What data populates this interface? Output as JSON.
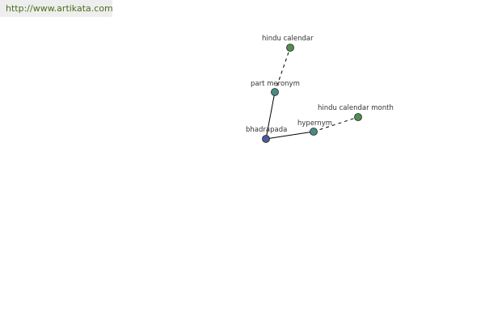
{
  "banner": {
    "url": "http://www.artikata.com"
  },
  "graph": {
    "nodes": [
      {
        "id": "bhadrapada",
        "label": "bhadrapada",
        "color": "#4a5a9a"
      },
      {
        "id": "part-meronym",
        "label": "part meronym",
        "color": "#4a8a86"
      },
      {
        "id": "hindu-calendar",
        "label": "hindu calendar",
        "color": "#4f8f4f"
      },
      {
        "id": "hypernym",
        "label": "hypernym",
        "color": "#4a8a86"
      },
      {
        "id": "hindu-calendar-month",
        "label": "hindu calendar month",
        "color": "#4f8f4f"
      }
    ],
    "edges": [
      {
        "from": "bhadrapada",
        "to": "part-meronym",
        "style": "solid"
      },
      {
        "from": "part-meronym",
        "to": "hindu-calendar",
        "style": "dashed"
      },
      {
        "from": "bhadrapada",
        "to": "hypernym",
        "style": "solid"
      },
      {
        "from": "hypernym",
        "to": "hindu-calendar-month",
        "style": "dashed"
      }
    ]
  }
}
